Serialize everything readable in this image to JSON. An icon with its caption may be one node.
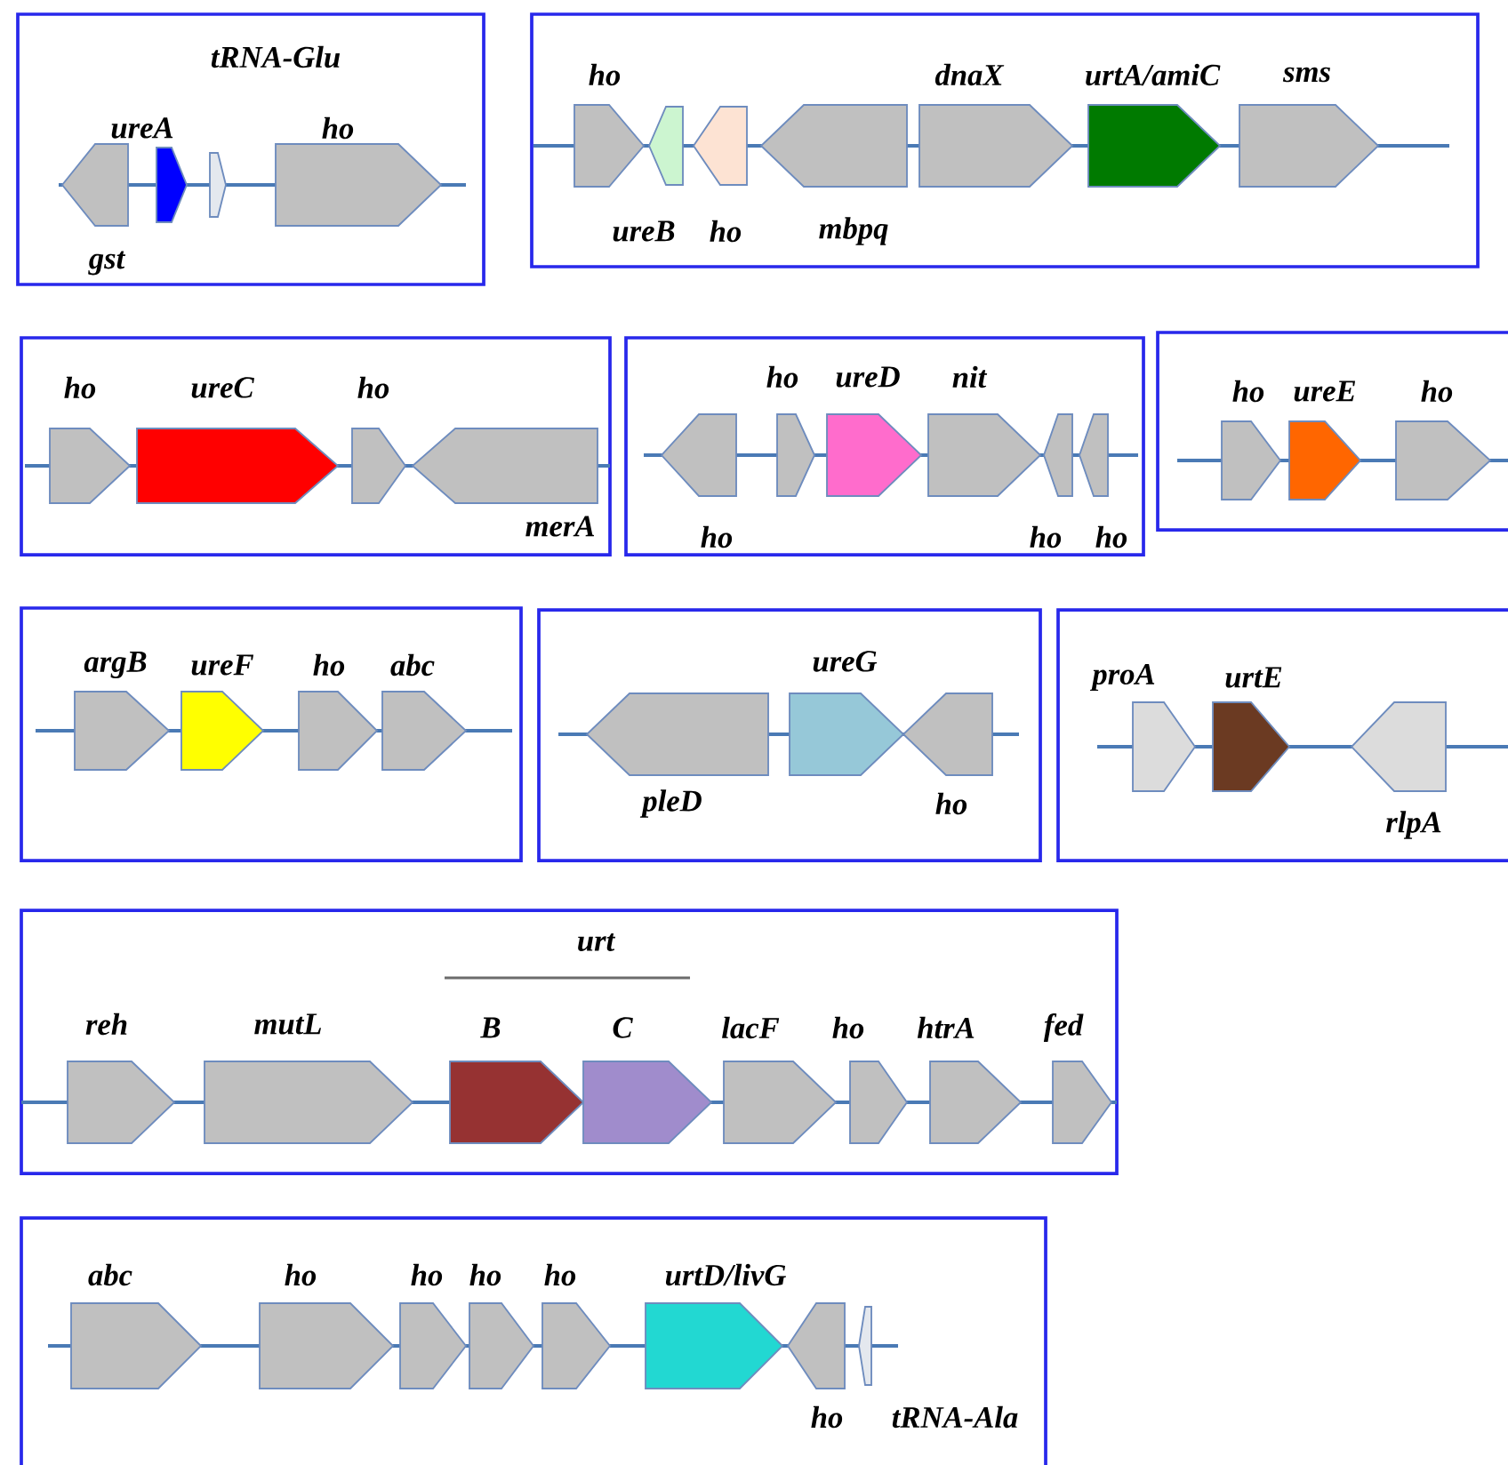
{
  "diagram": {
    "nodes": [
      {
        "text": [],
        "shape": "box"
      },
      {
        "text": [
          "gst"
        ],
        "in": 0
      },
      {
        "text": [
          "ureA"
        ],
        "in": 0
      },
      {
        "text": [
          "tRNA-Glu"
        ],
        "in": 0
      },
      {
        "text": [
          "ho"
        ],
        "in": 0
      },
      {
        "text": [],
        "shape": "box"
      },
      {
        "text": [
          "ho"
        ],
        "in": 5
      },
      {
        "text": [
          "ureB"
        ],
        "in": 5
      },
      {
        "text": [
          "ho"
        ],
        "in": 5
      },
      {
        "text": [
          "mbpq"
        ],
        "in": 5
      },
      {
        "text": [
          "dnaX"
        ],
        "in": 5
      },
      {
        "text": [
          "urtA/amiC"
        ],
        "in": 5
      },
      {
        "text": [
          "sms"
        ],
        "in": 5
      },
      {
        "text": [],
        "shape": "box"
      },
      {
        "text": [
          "ho"
        ],
        "in": 13
      },
      {
        "text": [
          "ureC"
        ],
        "in": 13
      },
      {
        "text": [
          "ho"
        ],
        "in": 13
      },
      {
        "text": [
          "merA"
        ],
        "in": 13
      },
      {
        "text": [],
        "shape": "box"
      },
      {
        "text": [
          "ho"
        ],
        "in": 18
      },
      {
        "text": [
          "ho"
        ],
        "in": 18
      },
      {
        "text": [
          "ureD"
        ],
        "in": 18
      },
      {
        "text": [
          "nit"
        ],
        "in": 18
      },
      {
        "text": [
          "ho"
        ],
        "in": 18
      },
      {
        "text": [
          "ho"
        ],
        "in": 18
      },
      {
        "text": [],
        "shape": "box"
      },
      {
        "text": [
          "ho"
        ],
        "in": 25
      },
      {
        "text": [
          "ureE"
        ],
        "in": 25
      },
      {
        "text": [
          "ho"
        ],
        "in": 25
      },
      {
        "text": [],
        "shape": "box"
      },
      {
        "text": [
          "argB"
        ],
        "in": 29
      },
      {
        "text": [
          "ureF"
        ],
        "in": 29
      },
      {
        "text": [
          "ho"
        ],
        "in": 29
      },
      {
        "text": [
          "abc"
        ],
        "in": 29
      },
      {
        "text": [],
        "shape": "box"
      },
      {
        "text": [
          "pleD"
        ],
        "in": 34
      },
      {
        "text": [
          "ureG"
        ],
        "in": 34
      },
      {
        "text": [
          "ho"
        ],
        "in": 34
      },
      {
        "text": [],
        "shape": "box"
      },
      {
        "text": [
          "proA"
        ],
        "in": 38
      },
      {
        "text": [
          "urtE"
        ],
        "in": 38
      },
      {
        "text": [
          "rlpA"
        ],
        "in": 38
      },
      {
        "text": [],
        "shape": "box"
      },
      {
        "text": [
          "reh"
        ],
        "in": 42
      },
      {
        "text": [
          "mutL"
        ],
        "in": 42
      },
      {
        "text": [
          "B"
        ],
        "in": 42
      },
      {
        "text": [
          "C"
        ],
        "in": 42
      },
      {
        "text": [
          "lacF"
        ],
        "in": 42
      },
      {
        "text": [
          "ho"
        ],
        "in": 42
      },
      {
        "text": [
          "htrA"
        ],
        "in": 42
      },
      {
        "text": [
          "fed"
        ],
        "in": 42
      },
      {
        "text": [],
        "shape": "box"
      },
      {
        "text": [
          "abc"
        ],
        "in": 51
      },
      {
        "text": [
          "ho"
        ],
        "in": 51
      },
      {
        "text": [
          "ho"
        ],
        "in": 51
      },
      {
        "text": [
          "ho"
        ],
        "in": 51
      },
      {
        "text": [
          "ho"
        ],
        "in": 51
      },
      {
        "text": [
          "urtD/livG"
        ],
        "in": 51
      },
      {
        "text": [
          "ho"
        ],
        "in": 51
      },
      {
        "text": [
          "tRNA-Ala"
        ],
        "in": 51
      }
    ],
    "labels": [
      "urt"
    ]
  }
}
